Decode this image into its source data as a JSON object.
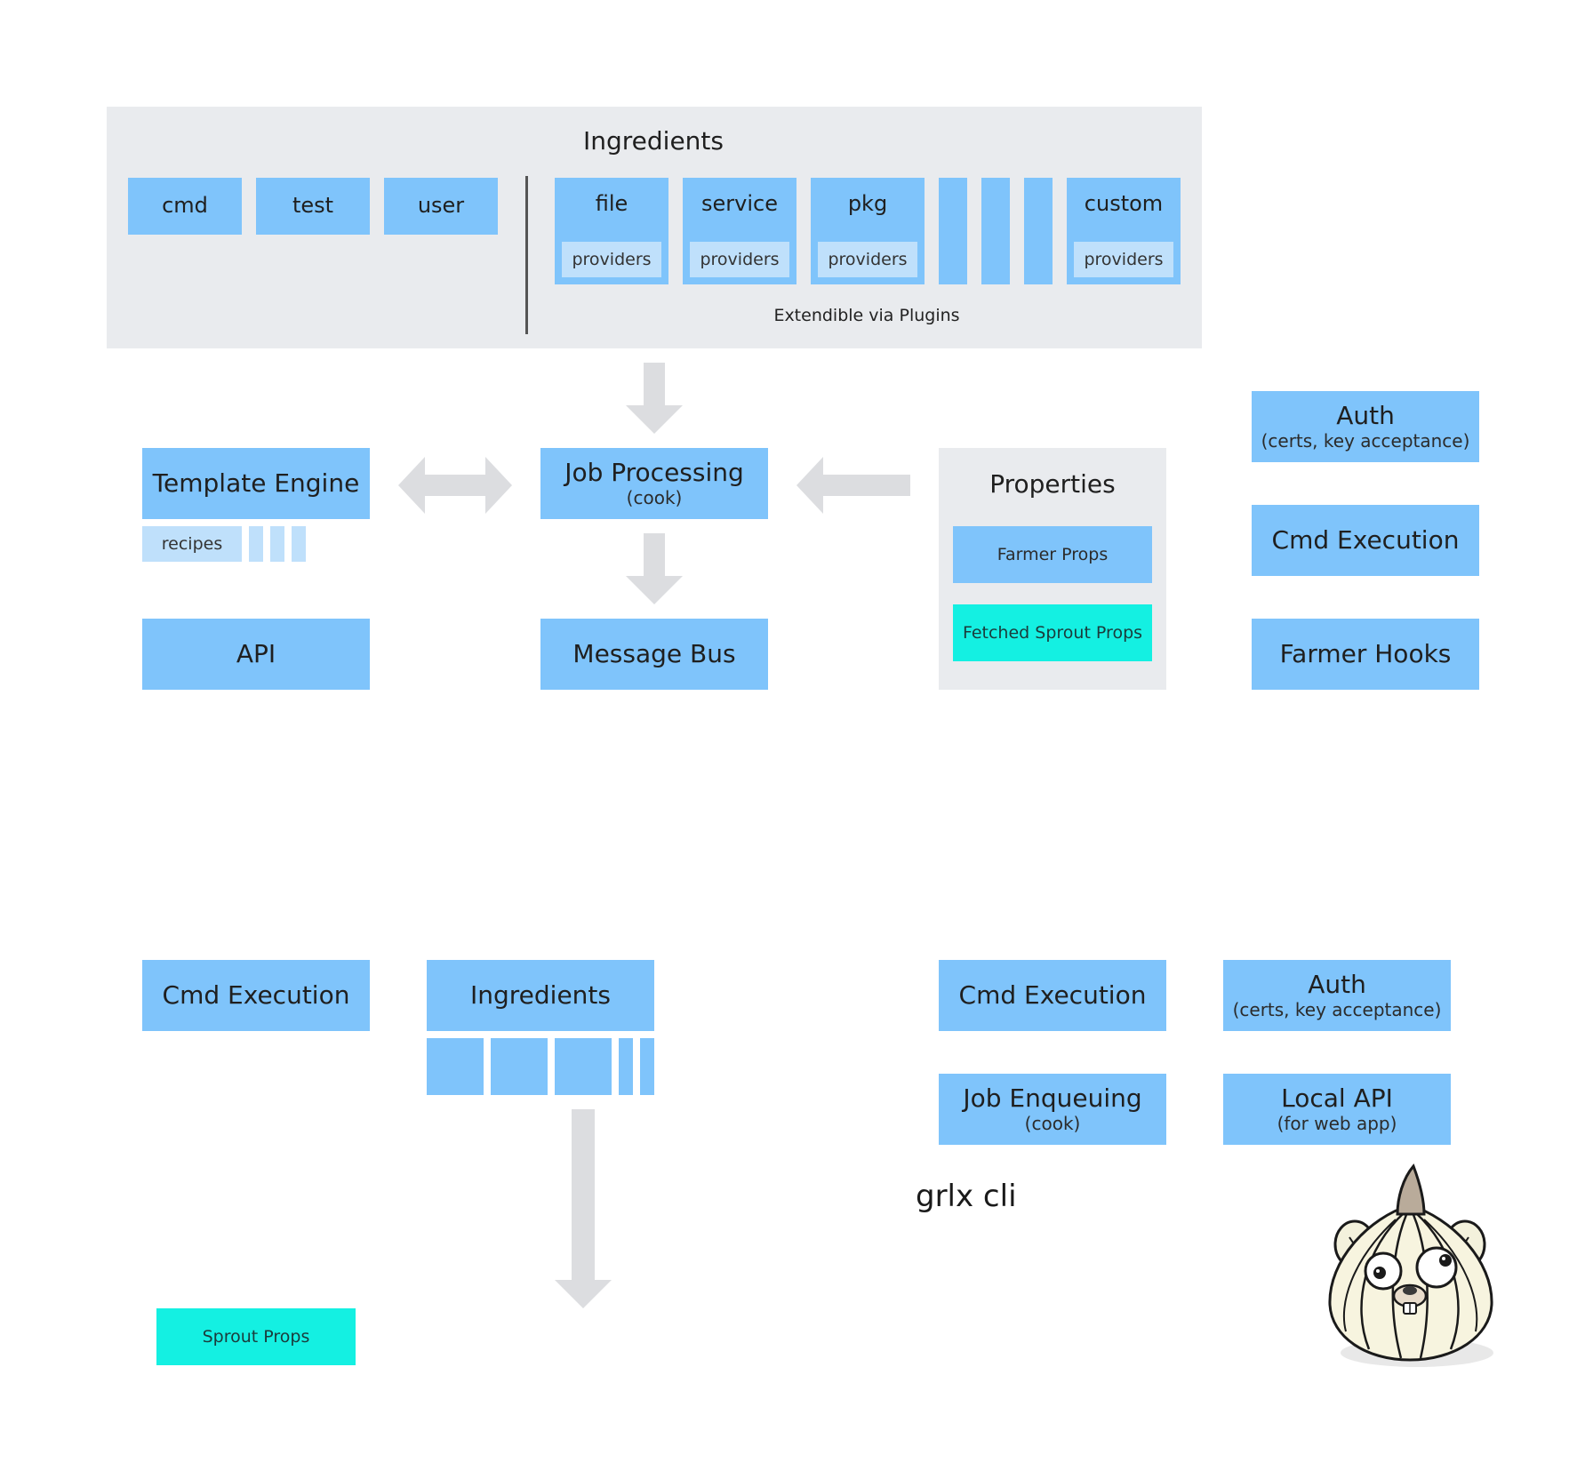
{
  "ingredients_panel": {
    "title": "Ingredients",
    "cmd": "cmd",
    "test": "test",
    "user": "user",
    "file": "file",
    "service": "service",
    "pkg": "pkg",
    "custom": "custom",
    "providers": "providers",
    "plugins_note": "Extendible via Plugins"
  },
  "farmer": {
    "template_engine": "Template Engine",
    "recipes": "recipes",
    "api": "API",
    "job_processing": "Job Processing",
    "job_processing_sub": "(cook)",
    "message_bus": "Message Bus",
    "properties_title": "Properties",
    "farmer_props": "Farmer Props",
    "fetched_sprout_props": "Fetched Sprout Props",
    "auth": "Auth",
    "auth_sub": "(certs, key acceptance)",
    "cmd_execution": "Cmd Execution",
    "farmer_hooks": "Farmer Hooks"
  },
  "sprout": {
    "cmd_execution": "Cmd Execution",
    "ingredients": "Ingredients",
    "sprout_props": "Sprout Props"
  },
  "cli": {
    "cmd_execution": "Cmd Execution",
    "auth": "Auth",
    "auth_sub": "(certs, key acceptance)",
    "job_enqueuing": "Job Enqueuing",
    "job_enqueuing_sub": "(cook)",
    "local_api": "Local API",
    "local_api_sub": "(for web app)",
    "label": "grlx cli"
  },
  "colors": {
    "box": "#7fc4fb",
    "box_light": "#bfe0fb",
    "panel": "#e9ebee",
    "accent_cyan": "#14f0e2",
    "arrow": "#dcdde0"
  },
  "icons": {
    "mascot": "garlic-gopher-mascot"
  }
}
